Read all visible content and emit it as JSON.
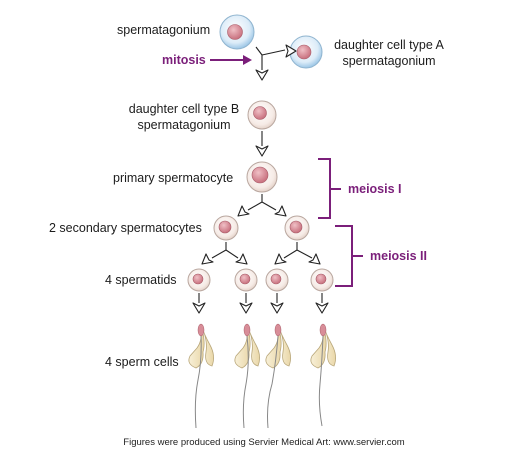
{
  "labels": {
    "spermatagonium": "spermatagonium",
    "mitosis": "mitosis",
    "daughter_a_line1": "daughter cell type A",
    "daughter_a_line2": "spermatagonium",
    "daughter_b_line1": "daughter cell type B",
    "daughter_b_line2": "spermatagonium",
    "primary": "primary spermatocyte",
    "meiosis_1": "meiosis I",
    "secondary": "2 secondary spermatocytes",
    "meiosis_2": "meiosis II",
    "spermatids": "4 spermatids",
    "sperm_cells": "4 sperm cells"
  },
  "footer": "Figures were produced using Servier Medical Art: www.servier.com",
  "colors": {
    "accent": "#7b1f7a",
    "stem_cell_membrane": "#bcdcf2",
    "cell_cytoplasm": "#f7ece6",
    "nucleus": "#d68a96",
    "sperm_head": "#f3e6c2"
  }
}
